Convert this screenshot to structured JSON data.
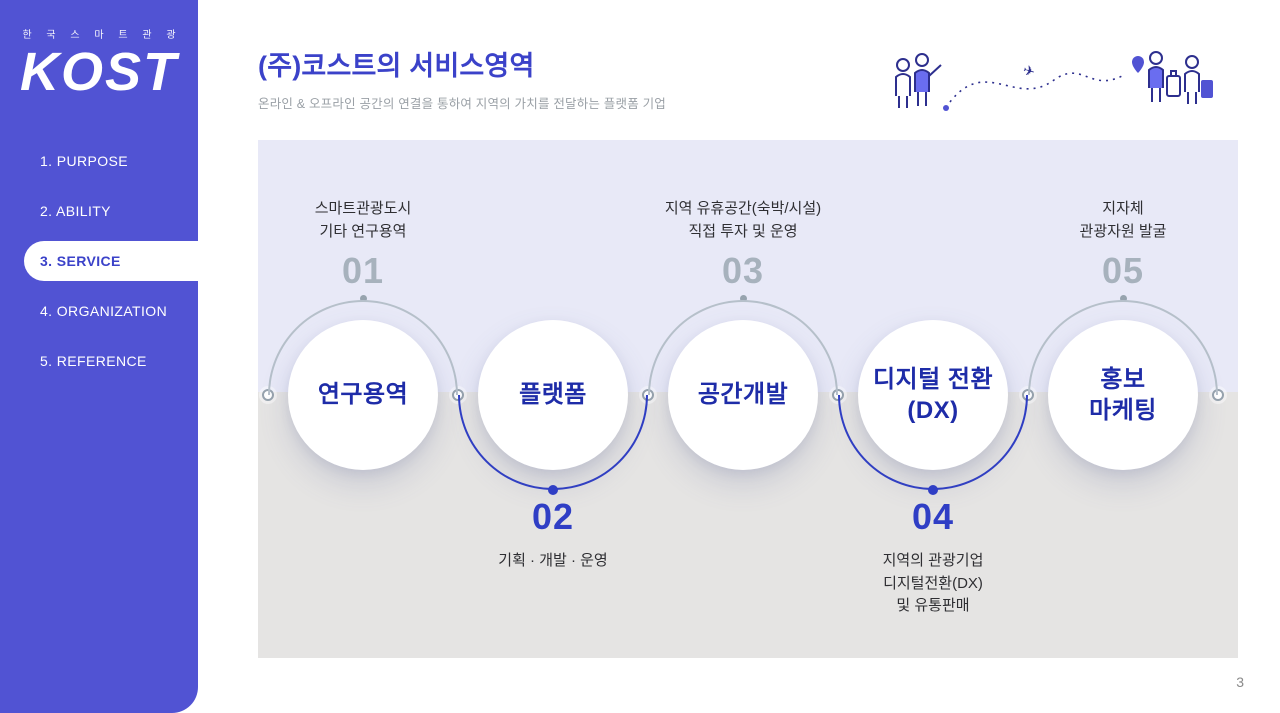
{
  "colors": {
    "sidebar_bg": "#5153d3",
    "title": "#3b42c9",
    "accent_blue": "#2f3ec5",
    "number_muted": "#a7b2bd",
    "circle_text": "#1e2ca8",
    "arc_gray": "#b6c0ca",
    "bg_top": "#e8e9f7",
    "bg_bottom": "#e5e4e3"
  },
  "sidebar": {
    "logo_subtitle": "한 국 스 마 트 관 광",
    "logo_text": "KOST",
    "items": [
      {
        "label": "1. PURPOSE"
      },
      {
        "label": "2. ABILITY"
      },
      {
        "label": "3. SERVICE"
      },
      {
        "label": "4. ORGANIZATION"
      },
      {
        "label": "5. REFERENCE"
      }
    ]
  },
  "header": {
    "title_prefix": "(주)코스트의 ",
    "title_emphasis": "서비스영역",
    "subtitle": "온라인 & 오프라인 공간의 연결을 통하여 지역의 가치를 전달하는 플랫폼 기업"
  },
  "diagram": {
    "steps": [
      {
        "number": "01",
        "position": "top",
        "label": "연구용역",
        "description": "스마트관광도시\n기타 연구용역"
      },
      {
        "number": "02",
        "position": "bottom",
        "label": "플랫폼",
        "description": "기획 · 개발 · 운영"
      },
      {
        "number": "03",
        "position": "top",
        "label": "공간개발",
        "description": "지역 유휴공간(숙박/시설)\n직접 투자 및 운영"
      },
      {
        "number": "04",
        "position": "bottom",
        "label": "디지털 전환\n(DX)",
        "description": "지역의 관광기업\n디지털전환(DX)\n및 유통판매"
      },
      {
        "number": "05",
        "position": "top",
        "label": "홍보\n마케팅",
        "description": "지자체\n관광자원 발굴"
      }
    ]
  },
  "page_number": "3"
}
